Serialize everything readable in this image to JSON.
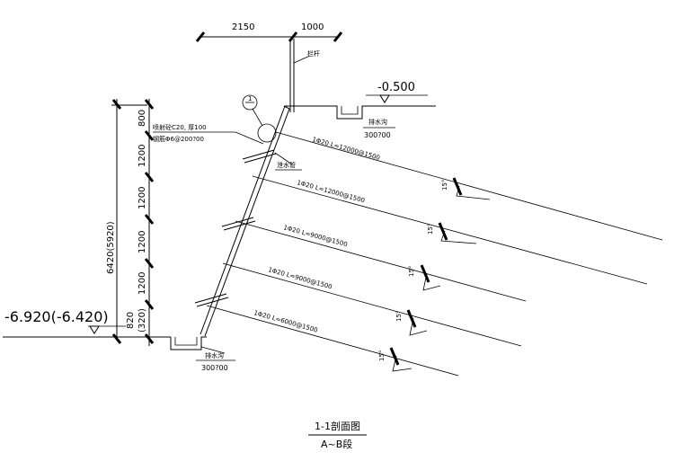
{
  "top_dims": {
    "left": "2150",
    "right": "1000"
  },
  "labels": {
    "railing": "栏杆",
    "top_elevation": "-0.500",
    "drain_top": "排水沟",
    "drain_top_size": "300?00",
    "detail_mark": "1",
    "shotcrete_line1": "喷射砼C20, 厚100",
    "shotcrete_line2": "钢筋Φ6@200?00",
    "drain_pipe": "泄水管",
    "drain_bottom": "排水沟",
    "drain_bottom_size": "300?00",
    "bottom_elevation": "-6.920(-6.420)",
    "total_height": "6420(5920)"
  },
  "vertical_dims": [
    "800",
    "1200",
    "1200",
    "1200",
    "1200",
    "820",
    "(320)"
  ],
  "anchors": [
    {
      "label": "1Φ20 L=12000@1500",
      "angle": "15°"
    },
    {
      "label": "1Φ20 L=12000@1500",
      "angle": "15°"
    },
    {
      "label": "1Φ20 L=9000@1500",
      "angle": "15°"
    },
    {
      "label": "1Φ20 L=9000@1500",
      "angle": "15°"
    },
    {
      "label": "1Φ20 L=6000@1500",
      "angle": "15°"
    }
  ],
  "title": {
    "main": "1-1剖面图",
    "sub": "A~B段"
  }
}
